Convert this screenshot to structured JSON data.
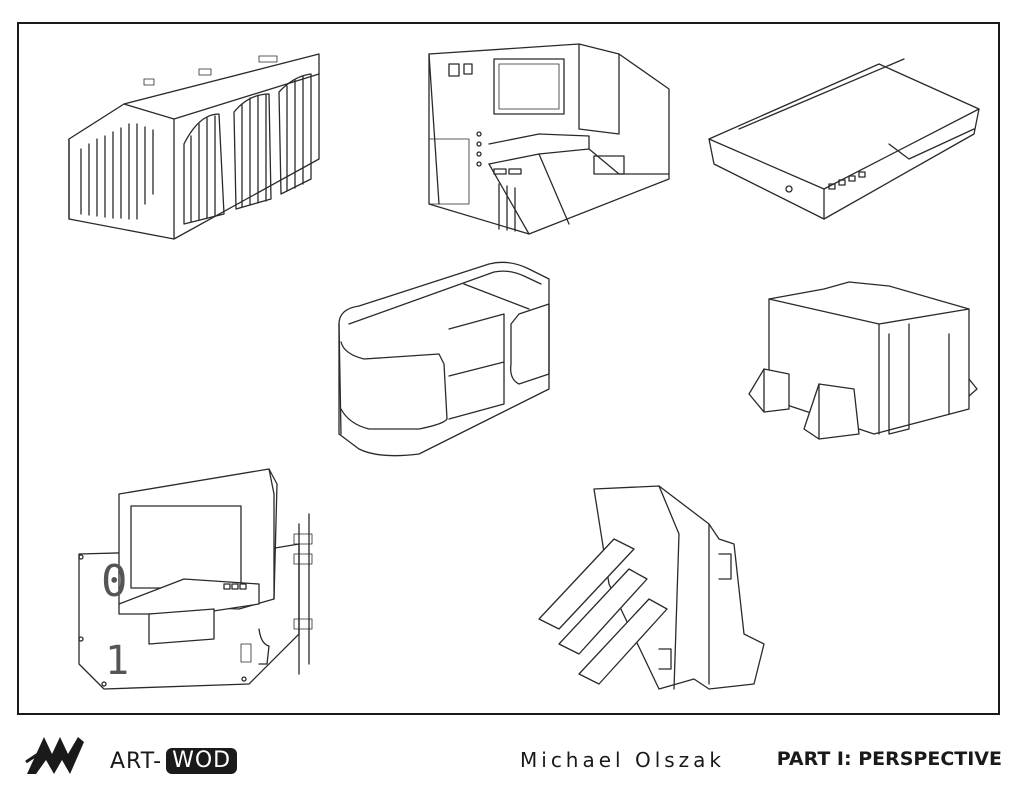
{
  "brand": {
    "prefix": "ART-",
    "highlight": "WOD"
  },
  "author": "Michael Olszak",
  "part_title": "PART I: PERSPECTIVE",
  "drawing_labels": {
    "panel_number_top": "0",
    "panel_number_bottom": "1"
  },
  "colors": {
    "ink": "#1a1a1a",
    "paper": "#ffffff",
    "number_gray": "#555555"
  },
  "icons": [
    "artwod-logo-icon"
  ]
}
